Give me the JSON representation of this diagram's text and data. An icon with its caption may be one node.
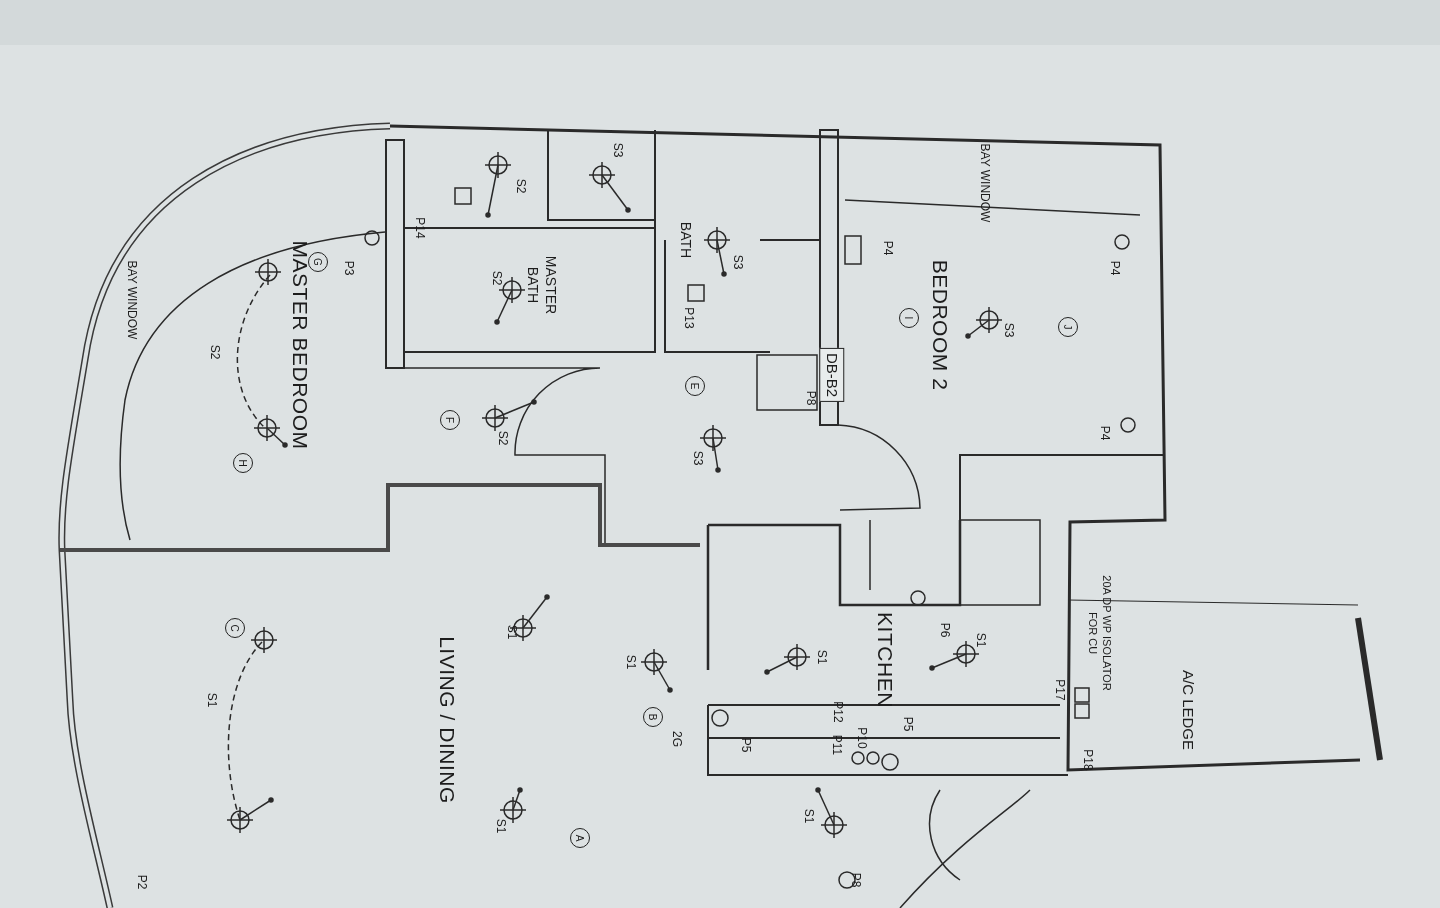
{
  "diagram": {
    "labels": [
      "BAY WINDOW",
      "MASTER BEDROOM",
      "P14",
      "P3",
      "G",
      "S2",
      "S2",
      "S3",
      "MASTER BATH",
      "S2",
      "BATH",
      "S3",
      "P13",
      "F",
      "S2",
      "E",
      "S3",
      "DB-B2",
      "P8",
      "H",
      "BAY WINDOW",
      "P4",
      "BEDROOM 2",
      "I",
      "S3",
      "J",
      "P4",
      "P4",
      "KITCHEN",
      "P6",
      "S1",
      "S1",
      "S1",
      "S1",
      "C",
      "S1",
      "LIVING / DINING",
      "B",
      "2G",
      "P5",
      "P12",
      "P10",
      "P11",
      "P5",
      "20A DP WP ISOLATOR FOR CU",
      "P17",
      "P18",
      "A/C LEDGE",
      "A",
      "S1",
      "S1",
      "P8",
      "P2"
    ]
  }
}
